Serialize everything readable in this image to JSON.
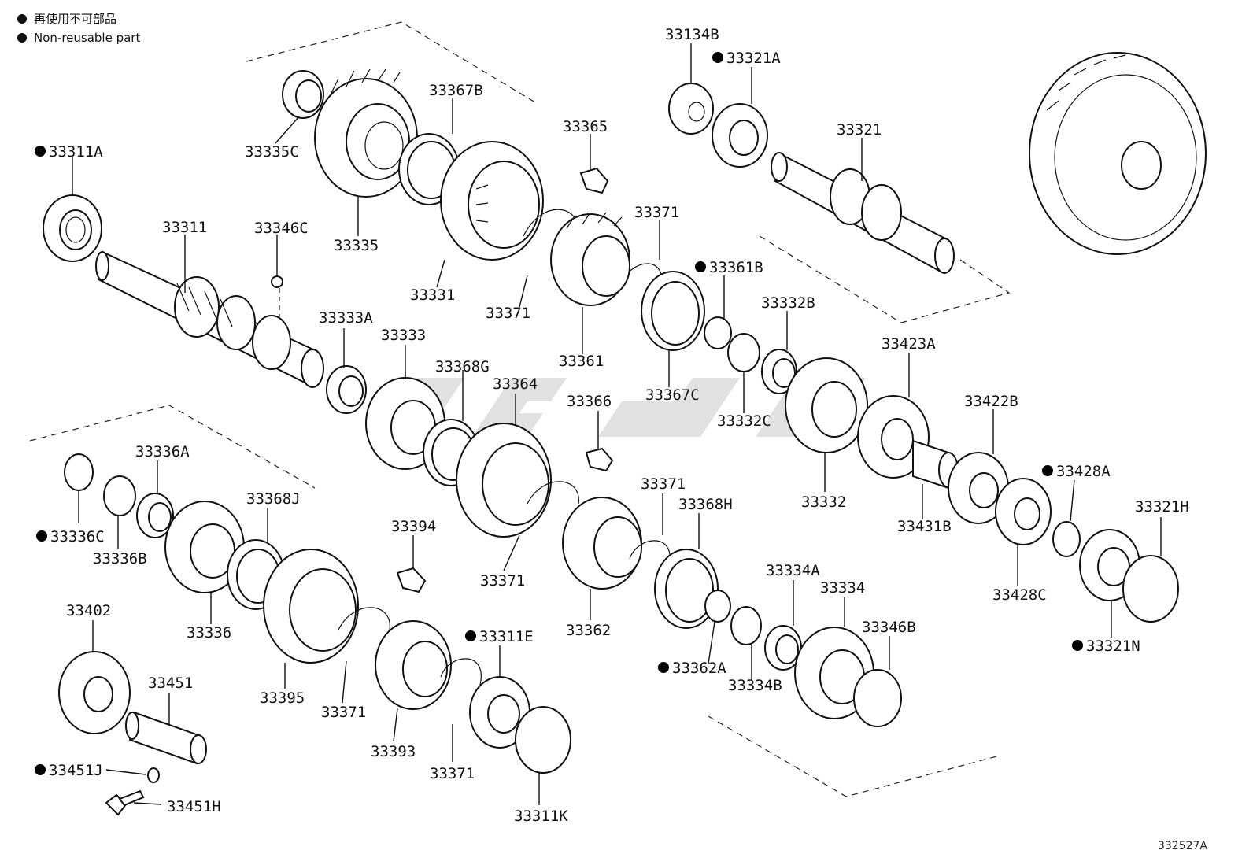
{
  "legend": {
    "jp": "再使用不可部品",
    "en": "Non-reusable part"
  },
  "diagram_code": "332527A",
  "labels": [
    {
      "id": "33311A",
      "text": "33311A",
      "nr": true
    },
    {
      "id": "33311",
      "text": "33311",
      "nr": false
    },
    {
      "id": "33346C",
      "text": "33346C",
      "nr": false
    },
    {
      "id": "33335C",
      "text": "33335C",
      "nr": false
    },
    {
      "id": "33335",
      "text": "33335",
      "nr": false
    },
    {
      "id": "33367B",
      "text": "33367B",
      "nr": false
    },
    {
      "id": "33331",
      "text": "33331",
      "nr": false
    },
    {
      "id": "33365",
      "text": "33365",
      "nr": false
    },
    {
      "id": "33371a",
      "text": "33371",
      "nr": false
    },
    {
      "id": "33371b",
      "text": "33371",
      "nr": false
    },
    {
      "id": "33361",
      "text": "33361",
      "nr": false
    },
    {
      "id": "33134B",
      "text": "33134B",
      "nr": false
    },
    {
      "id": "33321A",
      "text": "33321A",
      "nr": true
    },
    {
      "id": "33321",
      "text": "33321",
      "nr": false
    },
    {
      "id": "33361B",
      "text": "33361B",
      "nr": true
    },
    {
      "id": "33367C",
      "text": "33367C",
      "nr": false
    },
    {
      "id": "33332B",
      "text": "33332B",
      "nr": false
    },
    {
      "id": "33332C",
      "text": "33332C",
      "nr": false
    },
    {
      "id": "33423A",
      "text": "33423A",
      "nr": false
    },
    {
      "id": "33333A",
      "text": "33333A",
      "nr": false
    },
    {
      "id": "33333",
      "text": "33333",
      "nr": false
    },
    {
      "id": "33368G",
      "text": "33368G",
      "nr": false
    },
    {
      "id": "33364",
      "text": "33364",
      "nr": false
    },
    {
      "id": "33366",
      "text": "33366",
      "nr": false
    },
    {
      "id": "33332",
      "text": "33332",
      "nr": false
    },
    {
      "id": "33422B",
      "text": "33422B",
      "nr": false
    },
    {
      "id": "33431B",
      "text": "33431B",
      "nr": false
    },
    {
      "id": "33428A",
      "text": "33428A",
      "nr": true
    },
    {
      "id": "33321H",
      "text": "33321H",
      "nr": false
    },
    {
      "id": "33428C",
      "text": "33428C",
      "nr": false
    },
    {
      "id": "33321N",
      "text": "33321N",
      "nr": true
    },
    {
      "id": "33336A",
      "text": "33336A",
      "nr": false
    },
    {
      "id": "33336C",
      "text": "33336C",
      "nr": true
    },
    {
      "id": "33336B",
      "text": "33336B",
      "nr": false
    },
    {
      "id": "33368J",
      "text": "33368J",
      "nr": false
    },
    {
      "id": "33336",
      "text": "33336",
      "nr": false
    },
    {
      "id": "33394",
      "text": "33394",
      "nr": false
    },
    {
      "id": "33371c",
      "text": "33371",
      "nr": false
    },
    {
      "id": "33371d",
      "text": "33371",
      "nr": false
    },
    {
      "id": "33368H",
      "text": "33368H",
      "nr": false
    },
    {
      "id": "33362",
      "text": "33362",
      "nr": false
    },
    {
      "id": "33334A",
      "text": "33334A",
      "nr": false
    },
    {
      "id": "33334",
      "text": "33334",
      "nr": false
    },
    {
      "id": "33346B",
      "text": "33346B",
      "nr": false
    },
    {
      "id": "33362A",
      "text": "33362A",
      "nr": true
    },
    {
      "id": "33334B",
      "text": "33334B",
      "nr": false
    },
    {
      "id": "33402",
      "text": "33402",
      "nr": false
    },
    {
      "id": "33451",
      "text": "33451",
      "nr": false
    },
    {
      "id": "33451J",
      "text": "33451J",
      "nr": true
    },
    {
      "id": "33451H",
      "text": "33451H",
      "nr": false
    },
    {
      "id": "33395",
      "text": "33395",
      "nr": false
    },
    {
      "id": "33371e",
      "text": "33371",
      "nr": false
    },
    {
      "id": "33393",
      "text": "33393",
      "nr": false
    },
    {
      "id": "33311E",
      "text": "33311E",
      "nr": true
    },
    {
      "id": "33371f",
      "text": "33371",
      "nr": false
    },
    {
      "id": "33311K",
      "text": "33311K",
      "nr": false
    }
  ]
}
